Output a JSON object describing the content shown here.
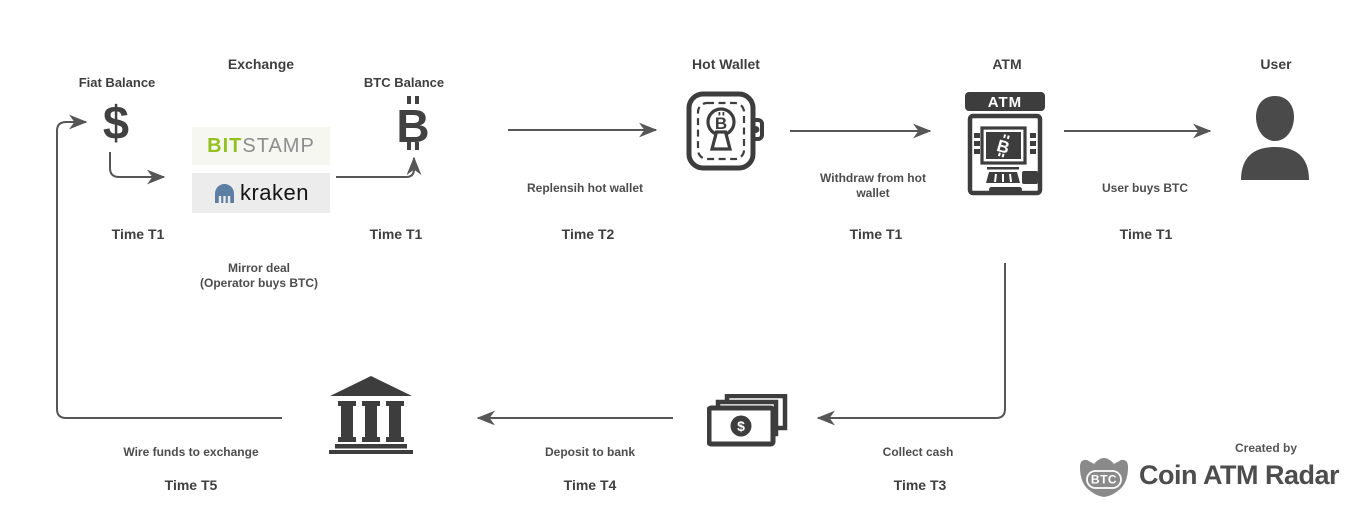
{
  "colors": {
    "ink": "#414141",
    "arrow": "#565656",
    "bitstamp_green": "#93c11f",
    "bitstamp_gray": "#8d8d8d",
    "bitstamp_bg": "#f7f7f1",
    "kraken_blue": "#5d7ea3",
    "kraken_bg": "#ececec",
    "badge_gray": "#8a8a8a"
  },
  "nodes": {
    "fiat_balance": {
      "title": "Fiat Balance",
      "time": "Time T1",
      "icon_glyph": "$"
    },
    "exchange": {
      "title": "Exchange",
      "bitstamp": {
        "part1": "BIT",
        "part2": "STAMP"
      },
      "kraken": {
        "name": "kraken"
      },
      "mirror_note_line1": "Mirror deal",
      "mirror_note_line2": "(Operator buys BTC)"
    },
    "btc_balance": {
      "title": "BTC Balance",
      "time": "Time T1",
      "icon_glyph": "B"
    },
    "hot_wallet": {
      "title": "Hot Wallet",
      "icon_glyph": "B"
    },
    "atm": {
      "title": "ATM",
      "machine_label": "ATM",
      "screen_glyph": "B"
    },
    "user": {
      "title": "User"
    },
    "cash": {
      "icon_glyph": "$"
    }
  },
  "flows": {
    "replenish": {
      "label": "Replensih hot wallet",
      "time": "Time T2"
    },
    "withdraw": {
      "line1": "Withdraw from hot",
      "line2": "wallet",
      "time": "Time T1"
    },
    "user_buys": {
      "label": "User buys BTC",
      "time": "Time T1"
    },
    "collect_cash": {
      "label": "Collect cash",
      "time": "Time T3"
    },
    "deposit_bank": {
      "label": "Deposit to bank",
      "time": "Time T4"
    },
    "wire_funds": {
      "label": "Wire funds to exchange",
      "time": "Time T5"
    }
  },
  "credit": {
    "created_by": "Created by",
    "brand": "Coin ATM Radar",
    "badge_text": "BTC"
  }
}
